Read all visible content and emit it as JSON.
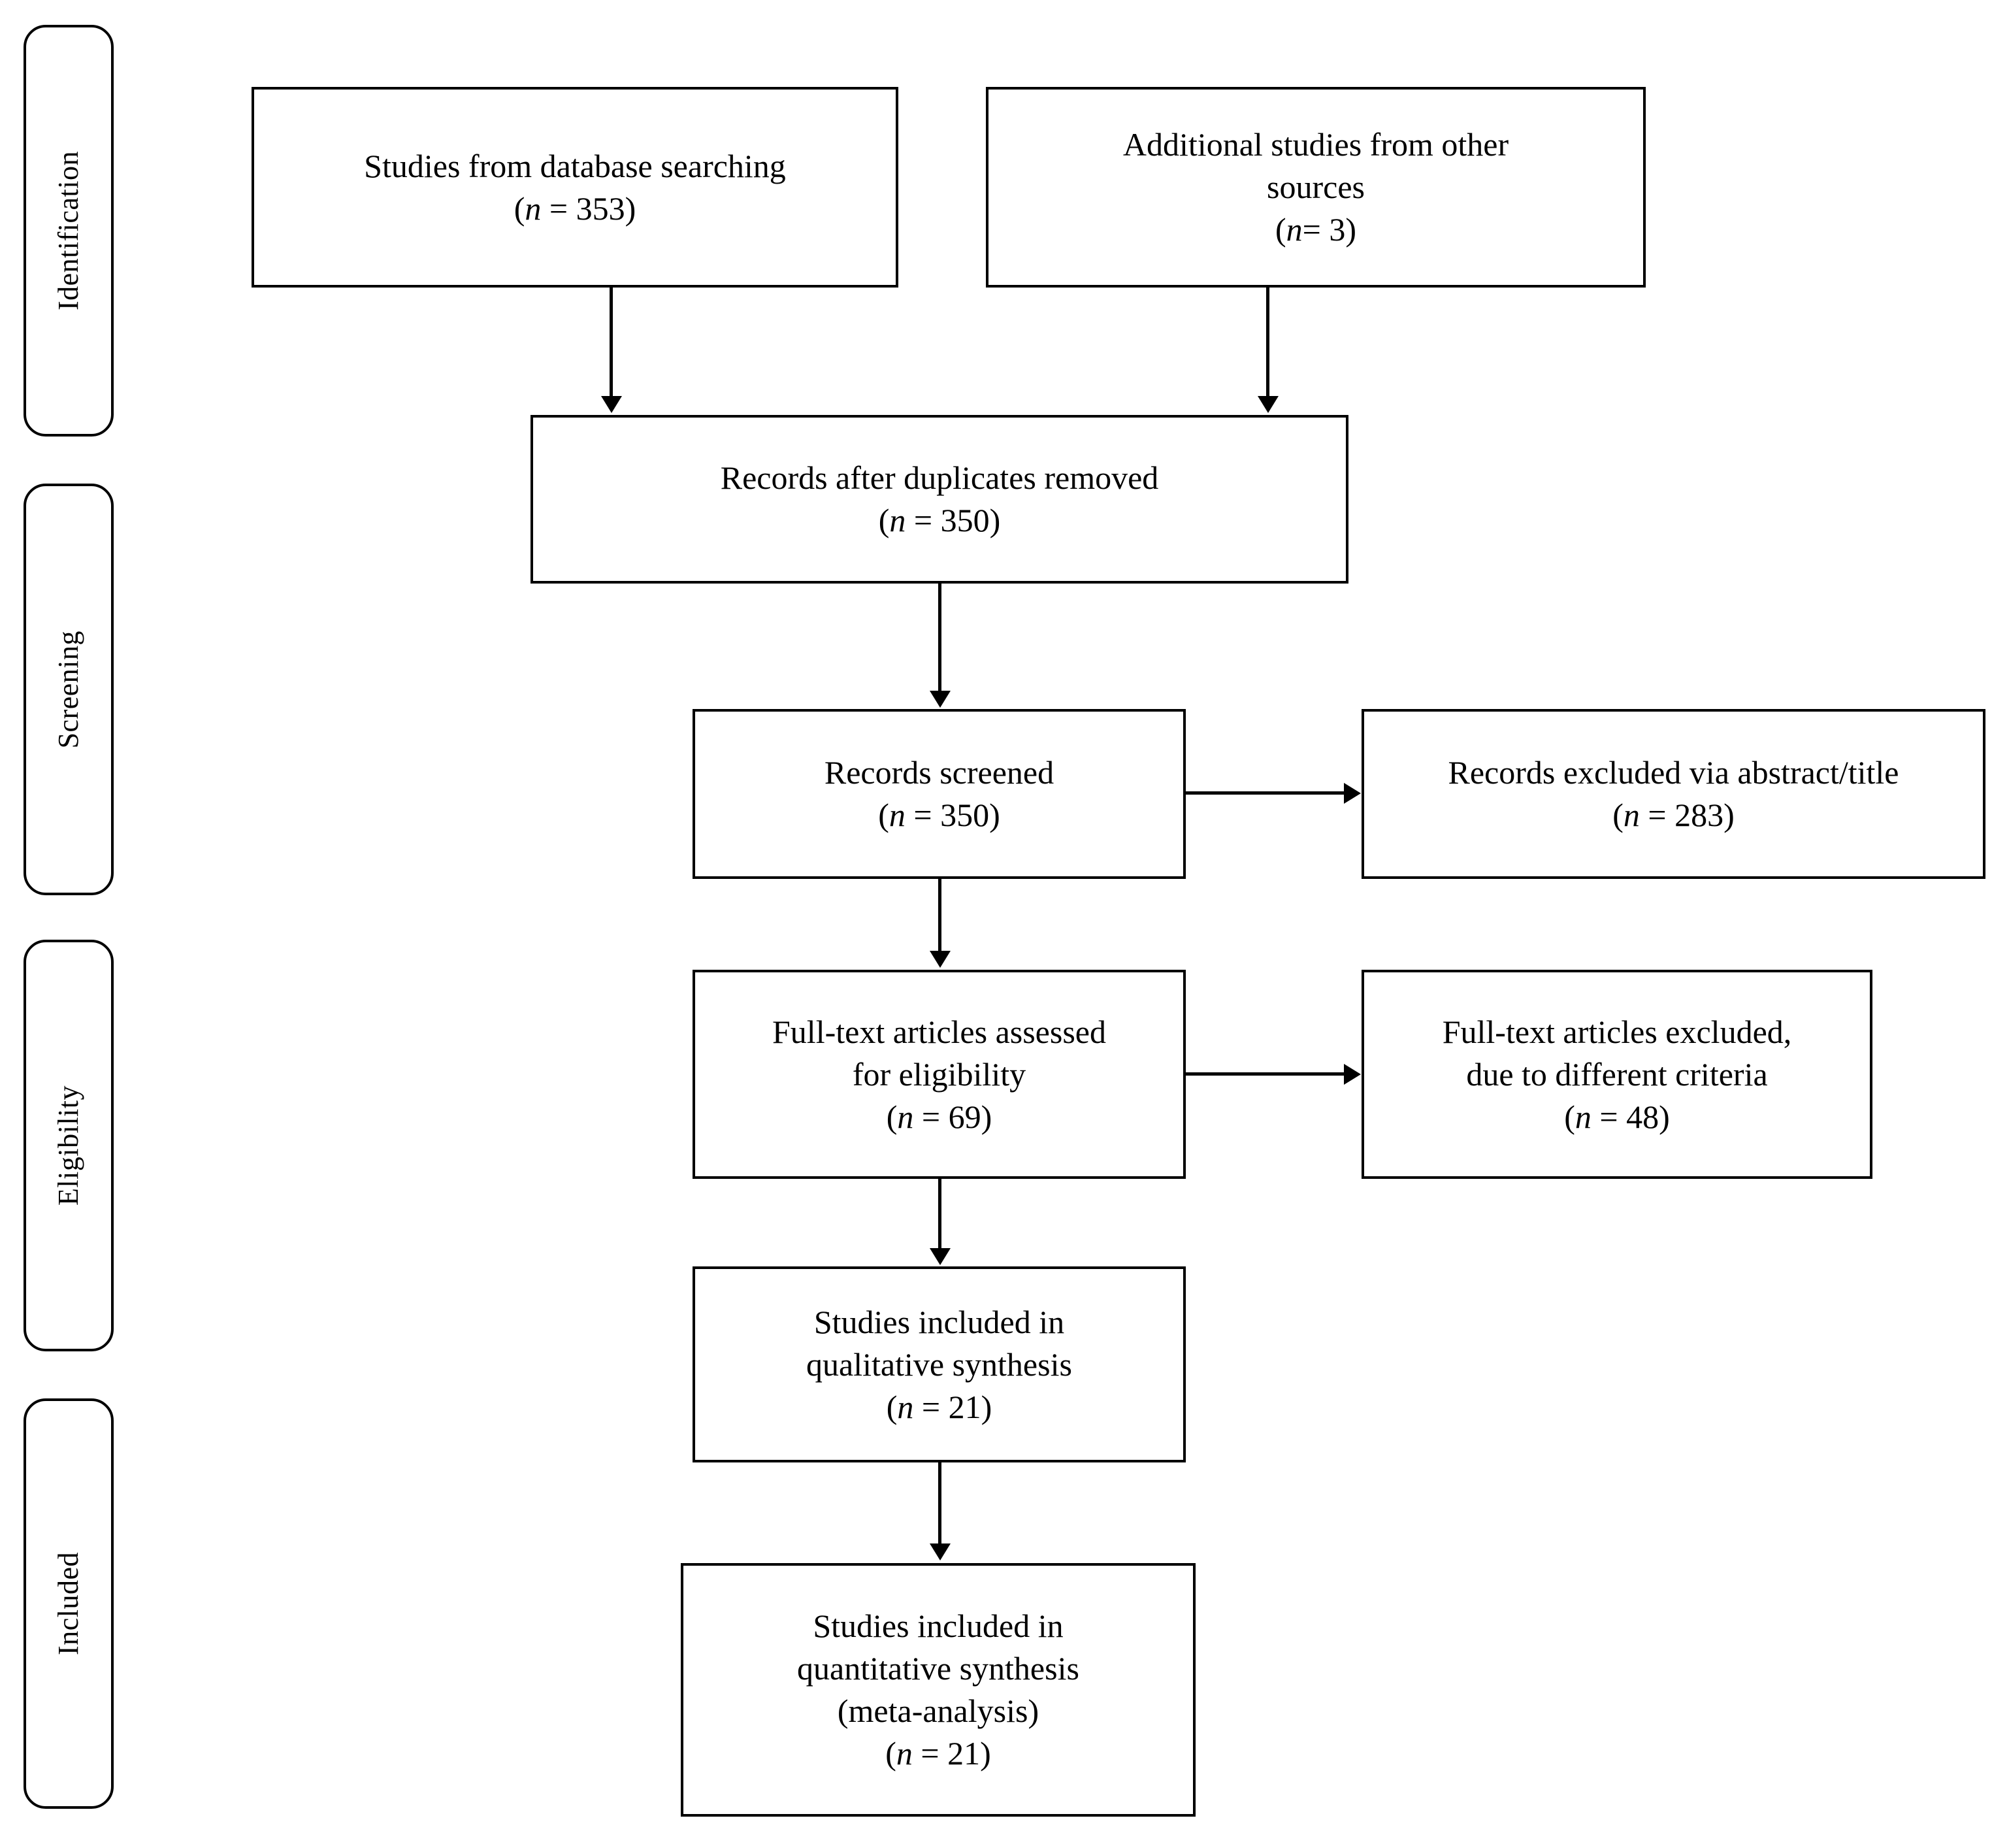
{
  "diagram": {
    "type": "prisma-flow-diagram",
    "colors": {
      "stroke": "#000000",
      "background": "#ffffff",
      "text": "#000000"
    },
    "stages": [
      {
        "id": "identification",
        "label": "Identification"
      },
      {
        "id": "screening",
        "label": "Screening"
      },
      {
        "id": "eligibility",
        "label": "Eligibility"
      },
      {
        "id": "included",
        "label": "Included"
      }
    ],
    "boxes": [
      {
        "id": "database-searching",
        "lines": [
          "Studies from database searching"
        ],
        "count": "(n = 353)"
      },
      {
        "id": "other-sources",
        "lines": [
          "Additional studies from other",
          "sources"
        ],
        "count": "(n= 3)"
      },
      {
        "id": "duplicates-removed",
        "lines": [
          "Records after duplicates removed"
        ],
        "count": "(n = 350)"
      },
      {
        "id": "records-screened",
        "lines": [
          "Records screened"
        ],
        "count": "(n = 350)"
      },
      {
        "id": "records-excluded",
        "lines": [
          "Records excluded via abstract/title"
        ],
        "count": "(n = 283)"
      },
      {
        "id": "fulltext-assessed",
        "lines": [
          "Full-text articles assessed",
          "for eligibility"
        ],
        "count": "(n = 69)"
      },
      {
        "id": "fulltext-excluded",
        "lines": [
          "Full-text articles excluded,",
          "due to different criteria"
        ],
        "count": "(n = 48)"
      },
      {
        "id": "qualitative-synthesis",
        "lines": [
          "Studies included in",
          "qualitative synthesis"
        ],
        "count": "(n = 21)"
      },
      {
        "id": "quantitative-synthesis",
        "lines": [
          "Studies included in",
          "quantitative synthesis",
          "(meta-analysis)"
        ],
        "count": "(n = 21)"
      }
    ],
    "connectors": [
      {
        "id": "db-to-duplicates",
        "from": "database-searching",
        "to": "duplicates-removed",
        "direction": "down"
      },
      {
        "id": "other-to-duplicates",
        "from": "other-sources",
        "to": "duplicates-removed",
        "direction": "down"
      },
      {
        "id": "duplicates-to-screened",
        "from": "duplicates-removed",
        "to": "records-screened",
        "direction": "down"
      },
      {
        "id": "screened-to-excluded",
        "from": "records-screened",
        "to": "records-excluded",
        "direction": "right"
      },
      {
        "id": "screened-to-fulltext",
        "from": "records-screened",
        "to": "fulltext-assessed",
        "direction": "down"
      },
      {
        "id": "fulltext-to-excluded",
        "from": "fulltext-assessed",
        "to": "fulltext-excluded",
        "direction": "right"
      },
      {
        "id": "fulltext-to-qualitative",
        "from": "fulltext-assessed",
        "to": "qualitative-synthesis",
        "direction": "down"
      },
      {
        "id": "qualitative-to-quantitative",
        "from": "qualitative-synthesis",
        "to": "quantitative-synthesis",
        "direction": "down"
      }
    ]
  }
}
